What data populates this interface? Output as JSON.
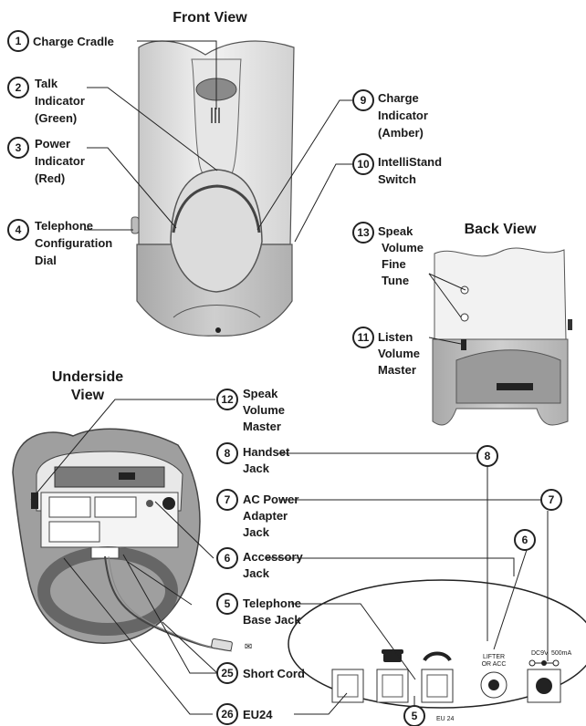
{
  "titles": {
    "front": "Front View",
    "back": "Back View",
    "underside_line1": "Underside",
    "underside_line2": "View"
  },
  "callouts": [
    {
      "num": "1",
      "lines": [
        "Charge Cradle"
      ]
    },
    {
      "num": "2",
      "lines": [
        "Talk",
        "Indicator",
        "(Green)"
      ]
    },
    {
      "num": "3",
      "lines": [
        "Power",
        "Indicator",
        "(Red)"
      ]
    },
    {
      "num": "4",
      "lines": [
        "Telephone",
        "Configuration",
        "Dial"
      ]
    },
    {
      "num": "9",
      "lines": [
        "Charge",
        "Indicator",
        "(Amber)"
      ]
    },
    {
      "num": "10",
      "lines": [
        "IntelliStand",
        "Switch"
      ]
    },
    {
      "num": "13",
      "lines": [
        "Speak",
        "Volume",
        "Fine",
        "Tune"
      ]
    },
    {
      "num": "11",
      "lines": [
        "Listen",
        "Volume",
        "Master"
      ]
    },
    {
      "num": "12",
      "lines": [
        "Speak",
        "Volume",
        "Master"
      ]
    },
    {
      "num": "8",
      "lines": [
        "Handset",
        "Jack"
      ]
    },
    {
      "num": "7",
      "lines": [
        "AC Power",
        "Adapter",
        "Jack"
      ]
    },
    {
      "num": "6",
      "lines": [
        "Accessory",
        "Jack"
      ]
    },
    {
      "num": "5",
      "lines": [
        "Telephone",
        "Base Jack"
      ]
    },
    {
      "num": "25",
      "lines": [
        "Short Cord"
      ]
    },
    {
      "num": "26",
      "lines": [
        "EU24"
      ]
    }
  ],
  "port_panel": {
    "eu24_label": "EU 24",
    "lifter_line1": "LIFTER",
    "lifter_line2": "OR ACC",
    "dc_label": "DC9V",
    "dc_small": "500mA"
  },
  "panel_bubbles": {
    "handset": "8",
    "ac_power": "7",
    "accessory": "6",
    "telephone": "5"
  },
  "icons": [
    "telephone-icon",
    "handset-icon",
    "dc-polarity-icon"
  ]
}
